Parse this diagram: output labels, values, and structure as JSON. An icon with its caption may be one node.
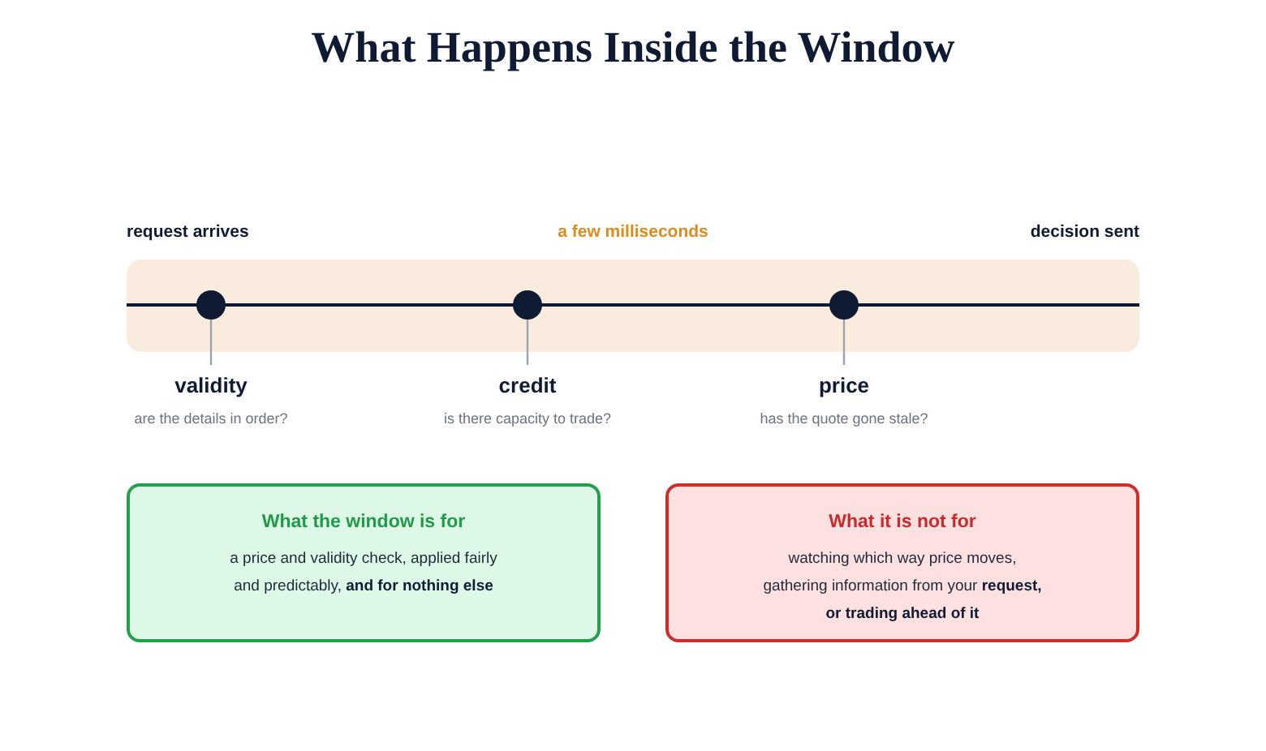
{
  "diagram": {
    "title": "What Happens Inside the Window",
    "nodes": [
      {
        "text": [],
        "shape": "circle"
      },
      {
        "text": [],
        "shape": "circle"
      },
      {
        "text": [],
        "shape": "circle"
      },
      {
        "text": [
          "validity",
          "are the details in order?"
        ]
      },
      {
        "text": [
          "credit",
          "is there capacity to trade?"
        ]
      },
      {
        "text": [
          "price",
          "has the quote gone stale?"
        ]
      },
      {
        "text": [
          "What the window is for",
          "a price and validity check, applied fairly and predictably, **and for nothing else**"
        ]
      },
      {
        "text": [
          "What it is not for",
          "watching which way price moves, gathering information from your **request, or trading ahead of it**"
        ]
      }
    ],
    "edges": [
      {
        "from": 0,
        "to": 3,
        "arrow": "none"
      },
      {
        "from": 1,
        "to": 4,
        "arrow": "none"
      },
      {
        "from": 2,
        "to": 5,
        "arrow": "none"
      }
    ],
    "labels": [
      "request arrives",
      "a few milliseconds",
      "decision sent"
    ]
  }
}
